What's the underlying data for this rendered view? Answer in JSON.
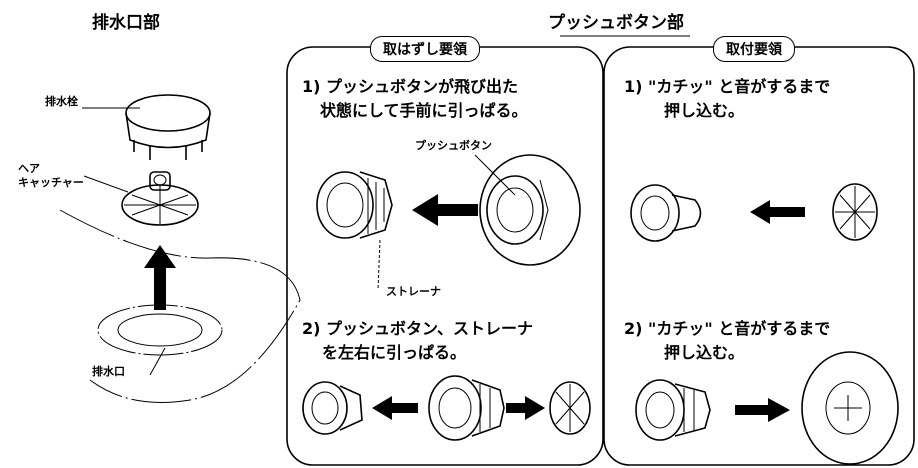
{
  "left": {
    "title": "排水口部",
    "stopper_label": "排水栓",
    "catcher_label_1": "ヘア",
    "catcher_label_2": "キャッチャー",
    "drain_label": "排水口"
  },
  "push_button": {
    "title": "プッシュボタン部",
    "removal": {
      "tag": "取はずし要領",
      "step1_line1": "1) プッシュボタンが飛び出た",
      "step1_line2": "状態にして手前に引っぱる。",
      "button_label": "プッシュボタン",
      "strainer_label": "ストレーナ",
      "step2_line1": "2) プッシュボタン、ストレーナ",
      "step2_line2": "を左右に引っぱる。"
    },
    "install": {
      "tag": "取付要領",
      "step1_line1": "1) \"カチッ\" と音がするまで",
      "step1_line2": "押し込む。",
      "step2_line1": "2) \"カチッ\" と音がするまで",
      "step2_line2": "押し込む。"
    }
  }
}
